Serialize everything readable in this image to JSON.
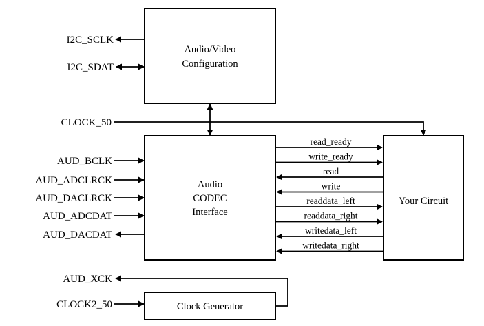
{
  "blocks": {
    "av_config": [
      "Audio/Video",
      "Configuration"
    ],
    "codec": [
      "Audio",
      "CODEC",
      "Interface"
    ],
    "circuit": "Your Circuit",
    "clockgen": "Clock Generator"
  },
  "pins": {
    "i2c_sclk": "I2C_SCLK",
    "i2c_sdat": "I2C_SDAT",
    "clock_50": "CLOCK_50",
    "aud_bclk": "AUD_BCLK",
    "aud_adclrck": "AUD_ADCLRCK",
    "aud_daclrck": "AUD_DACLRCK",
    "aud_adcdat": "AUD_ADCDAT",
    "aud_dacdat": "AUD_DACDAT",
    "aud_xck": "AUD_XCK",
    "clock2_50": "CLOCK2_50"
  },
  "signals": [
    {
      "label": "read_ready",
      "dir": "to_circuit"
    },
    {
      "label": "write_ready",
      "dir": "to_circuit"
    },
    {
      "label": "read",
      "dir": "to_codec"
    },
    {
      "label": "write",
      "dir": "to_codec"
    },
    {
      "label": "readdata_left",
      "dir": "to_circuit"
    },
    {
      "label": "readdata_right",
      "dir": "to_circuit"
    },
    {
      "label": "writedata_left",
      "dir": "to_codec"
    },
    {
      "label": "writedata_right",
      "dir": "to_codec"
    }
  ]
}
